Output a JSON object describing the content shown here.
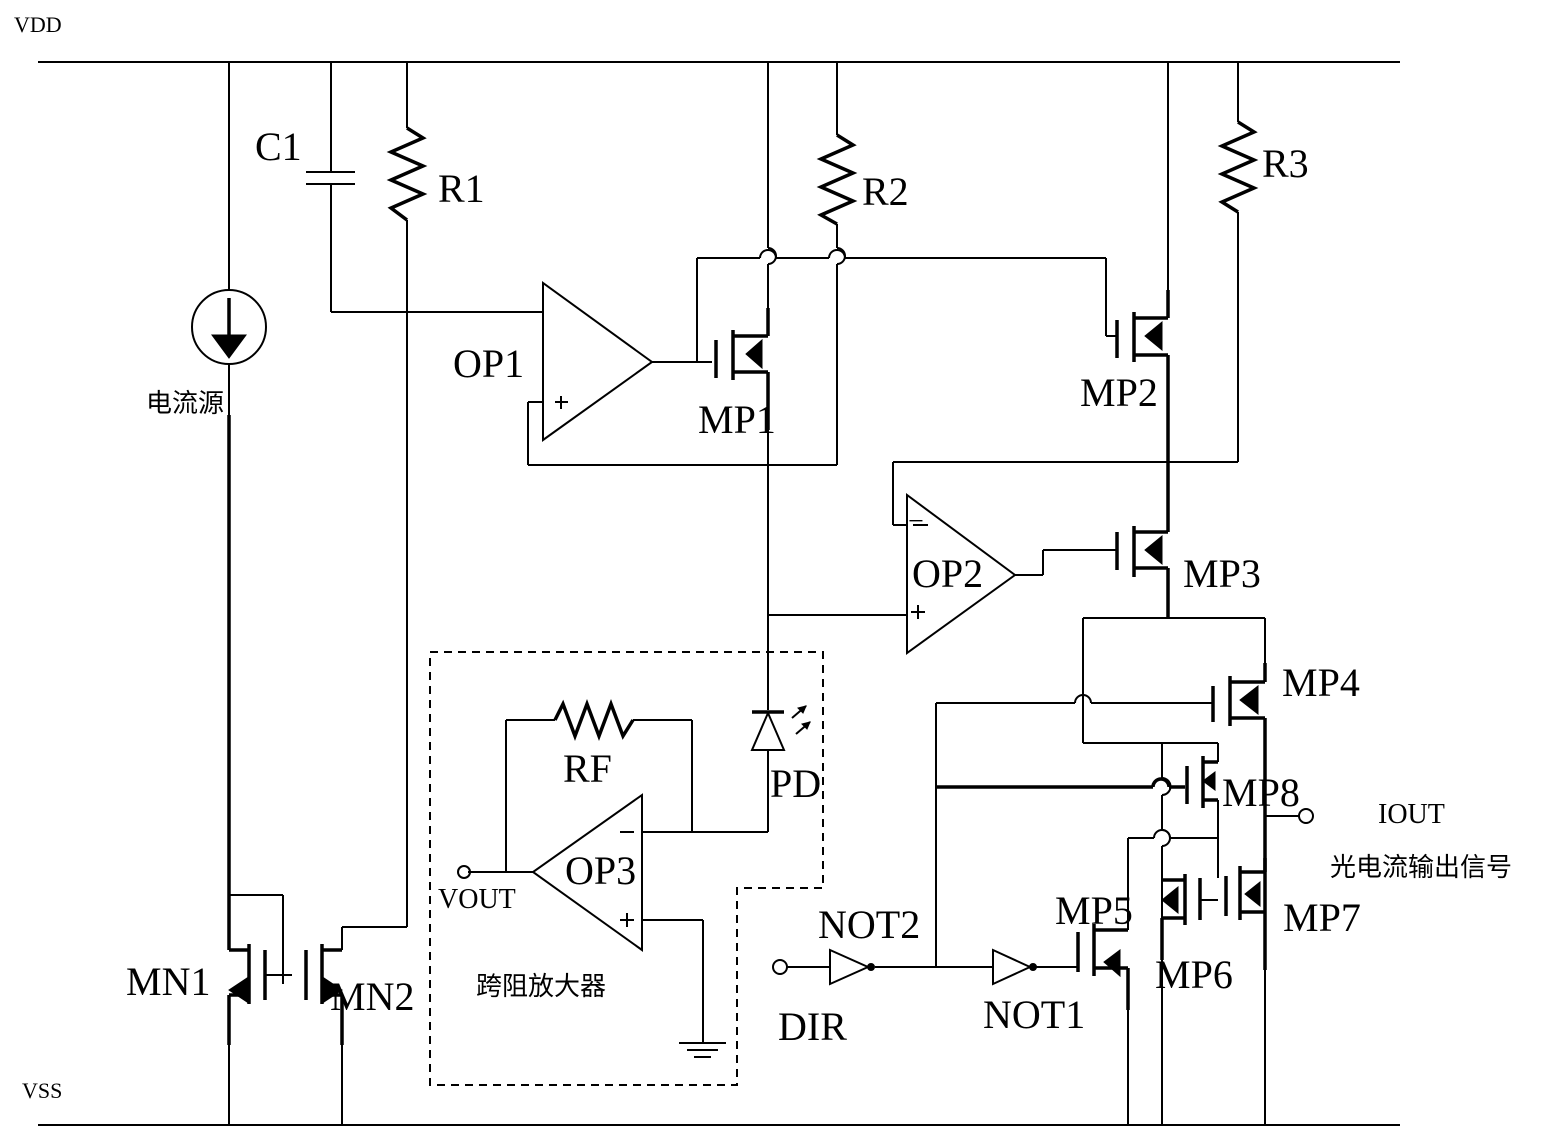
{
  "rails": {
    "top": "VDD",
    "bottom": "VSS"
  },
  "components": {
    "C1": "C1",
    "R1": "R1",
    "R2": "R2",
    "R3": "R3",
    "RF": "RF",
    "PD": "PD",
    "OP1": "OP1",
    "OP2": "OP2",
    "OP3": "OP3",
    "MP1": "MP1",
    "MP2": "MP2",
    "MP3": "MP3",
    "MP4": "MP4",
    "MP5": "MP5",
    "MP6": "MP6",
    "MP7": "MP7",
    "MP8": "MP8",
    "MN1": "MN1",
    "MN2": "MN2",
    "NOT1": "NOT1",
    "NOT2": "NOT2"
  },
  "pins": {
    "plus": "+",
    "minus": "−"
  },
  "nets": {
    "vout": "VOUT",
    "dir": "DIR",
    "iout": "IOUT"
  },
  "labels": {
    "current_source": "电流源",
    "tia_block": "跨阻放大器",
    "iout_desc": "光电流输出信号"
  }
}
